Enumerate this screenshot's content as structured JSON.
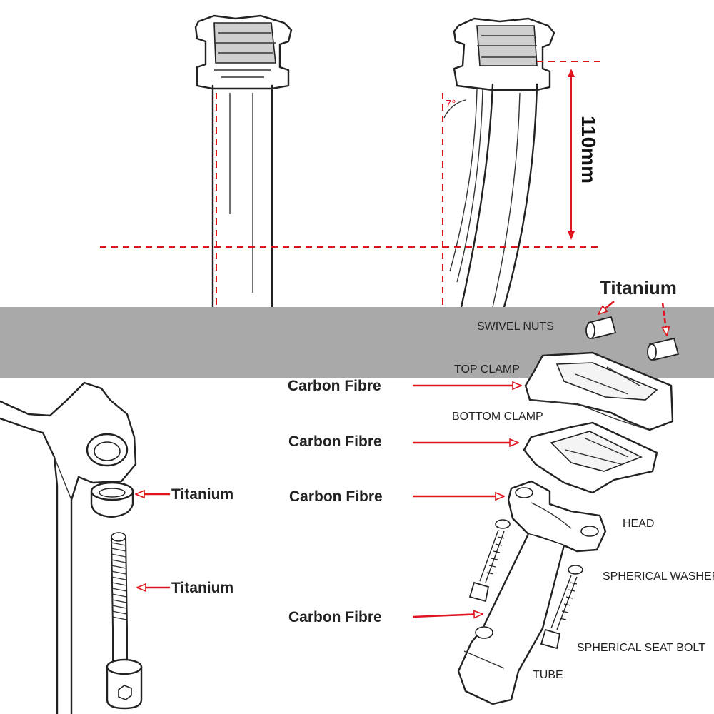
{
  "colors": {
    "band": "#a9a9a9",
    "accent": "#e0141e",
    "line": "#222222"
  },
  "dimensions": {
    "angle": "7°",
    "height": "110mm"
  },
  "materials": {
    "swivel_nuts": "Titanium",
    "top_clamp": "Carbon Fibre",
    "bottom_clamp": "Carbon Fibre",
    "head": "Carbon Fibre",
    "tube": "Carbon Fibre",
    "washer": "Titanium",
    "bolt": "Titanium"
  },
  "parts": {
    "swivel_nuts": "SWIVEL NUTS",
    "top_clamp": "TOP CLAMP",
    "bottom_clamp": "BOTTOM CLAMP",
    "head": "HEAD",
    "spherical_washer": "SPHERICAL WASHER",
    "spherical_seat_bolt": "SPHERICAL SEAT BOLT",
    "tube": "TUBE"
  }
}
